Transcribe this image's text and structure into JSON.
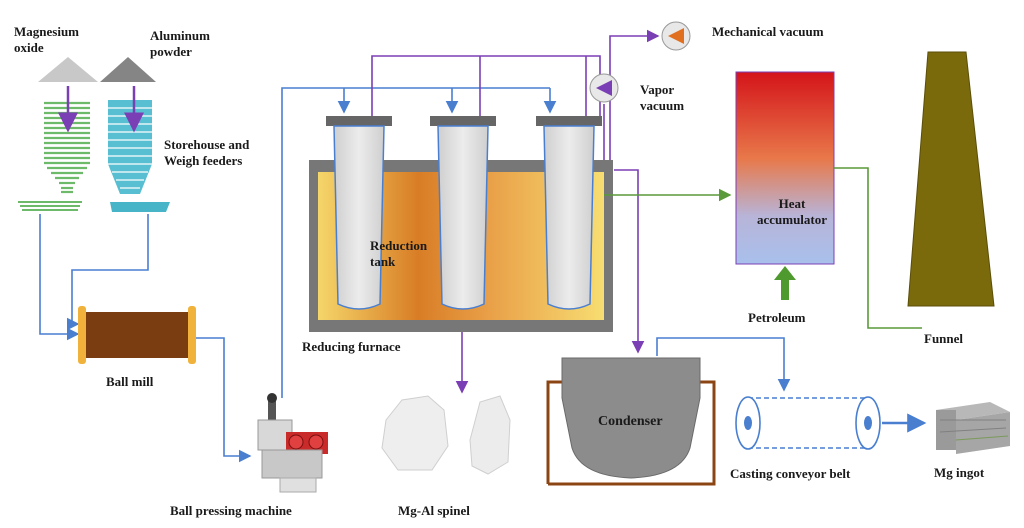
{
  "labels": {
    "magnesium_oxide": "Magnesium\noxide",
    "aluminum_powder": "Aluminum\npowder",
    "storehouse": "Storehouse and\nWeigh feeders",
    "ball_mill": "Ball mill",
    "ball_pressing_machine": "Ball pressing machine",
    "reducing_furnace": "Reducing furnace",
    "reduction_tank": "Reduction\ntank",
    "mechanical_vacuum": "Mechanical vacuum",
    "vapor_vacuum": "Vapor\nvacuum",
    "heat_accumulator": "Heat\naccumulator",
    "petroleum": "Petroleum",
    "funnel": "Funnel",
    "condenser": "Condenser",
    "mg_al_spinel": "Mg-Al spinel",
    "casting_conveyor_belt": "Casting conveyor belt",
    "mg_ingot": "Mg ingot"
  },
  "colors": {
    "blue_flow": "#4a7fd0",
    "purple_flow": "#7b3fb5",
    "green_flow": "#5a9a3a",
    "mgo_feeder": "#7cc47a",
    "al_feeder": "#48b4c8",
    "ball_mill_drum": "#7a3d12",
    "funnel": "#7a6a0c",
    "condenser_frame": "#8b4513"
  },
  "icons": {
    "mechanical_vacuum": "pump-icon",
    "vapor_vacuum": "pump-icon"
  }
}
